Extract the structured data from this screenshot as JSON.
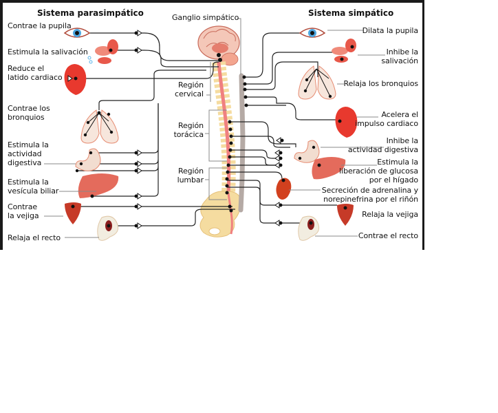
{
  "diagram": {
    "left_system": {
      "title": "Sistema parasimpático",
      "effects": [
        {
          "organ": "eye",
          "lines": [
            "Contrae la pupila"
          ]
        },
        {
          "organ": "salivary-glands",
          "lines": [
            "Estimula la salivación"
          ]
        },
        {
          "organ": "heart",
          "lines": [
            "Reduce el",
            "latido cardiaco"
          ]
        },
        {
          "organ": "lungs",
          "lines": [
            "Contrae los",
            "bronquios"
          ]
        },
        {
          "organ": "stomach",
          "lines": [
            "Estimula la",
            "actividad",
            "digestiva"
          ]
        },
        {
          "organ": "liver",
          "lines": [
            "Estimula la",
            "vesícula biliar"
          ]
        },
        {
          "organ": "bladder",
          "lines": [
            "Contrae",
            "la vejiga"
          ]
        },
        {
          "organ": "rectum",
          "lines": [
            "Relaja el recto"
          ]
        }
      ]
    },
    "right_system": {
      "title": "Sistema simpático",
      "effects": [
        {
          "organ": "eye",
          "lines": [
            "Dilata la pupila"
          ]
        },
        {
          "organ": "salivary-glands",
          "lines": [
            "Inhibe la",
            "salivación"
          ]
        },
        {
          "organ": "lungs",
          "lines": [
            "Relaja los bronquios"
          ]
        },
        {
          "organ": "heart",
          "lines": [
            "Acelera el",
            "impulso cardiaco"
          ]
        },
        {
          "organ": "stomach",
          "lines": [
            "Inhibe la",
            "actividad digestiva"
          ]
        },
        {
          "organ": "liver",
          "lines": [
            "Estimula la",
            "liberación de glucosa",
            "por el hígado"
          ]
        },
        {
          "organ": "kidney",
          "lines": [
            "Secreción de adrenalina y",
            "norepinefrina por el riñón"
          ]
        },
        {
          "organ": "bladder",
          "lines": [
            "Relaja la vejiga"
          ]
        },
        {
          "organ": "rectum",
          "lines": [
            "Contrae el recto"
          ]
        }
      ]
    },
    "center": {
      "ganglion_label": "Ganglio simpático",
      "regions": [
        {
          "lines": [
            "Región",
            "cervical"
          ]
        },
        {
          "lines": [
            "Región",
            "torácica"
          ]
        },
        {
          "lines": [
            "Región",
            "lumbar"
          ]
        }
      ]
    },
    "colors": {
      "organ_red": "#e8392e",
      "organ_pink": "#f2a89a",
      "bone": "#f5dca0",
      "spinal_cord": "#f08080",
      "ganglion": "#b5aaa5",
      "nerve": "#222222",
      "leader": "#888888"
    }
  }
}
